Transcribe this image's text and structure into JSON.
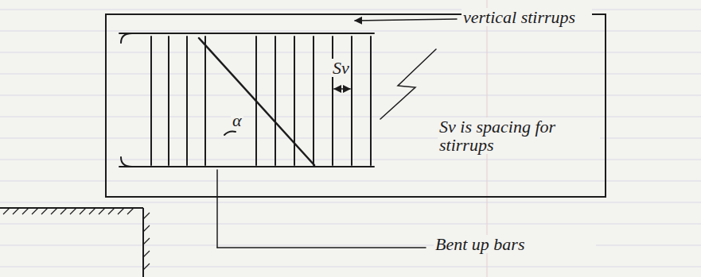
{
  "diagram": {
    "labels": [
      "vertical stirrups",
      "Sv",
      "Sv is spacing for stirrups",
      "Bent up bars",
      "α"
    ]
  }
}
